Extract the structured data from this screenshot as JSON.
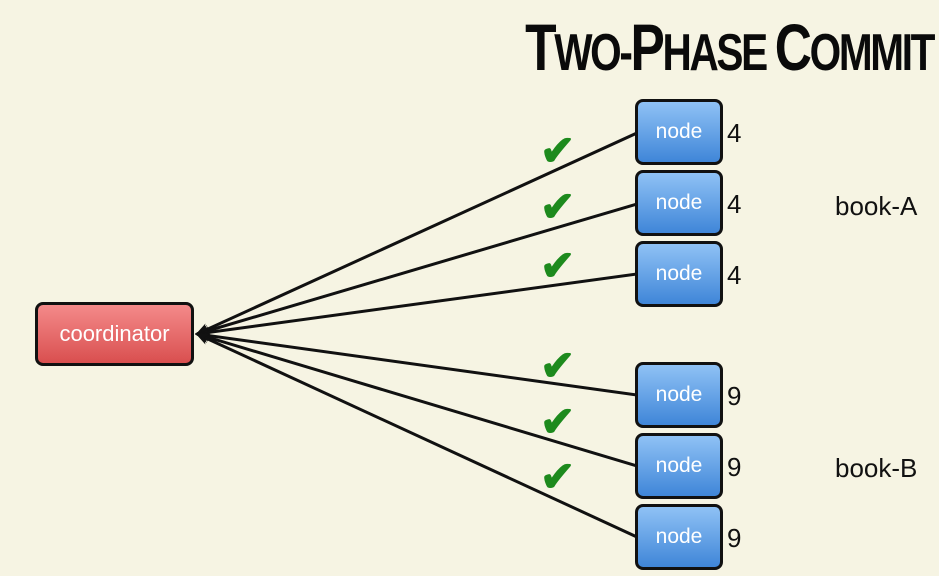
{
  "title": {
    "parts": [
      {
        "text": "T",
        "size": "big"
      },
      {
        "text": "WO-",
        "size": "small"
      },
      {
        "text": "P",
        "size": "big"
      },
      {
        "text": "HASE ",
        "size": "small"
      },
      {
        "text": "C",
        "size": "big"
      },
      {
        "text": "OMMIT",
        "size": "small"
      }
    ]
  },
  "coordinator": {
    "label": "coordinator"
  },
  "nodes": [
    {
      "label": "node",
      "value": "4",
      "acked": true
    },
    {
      "label": "node",
      "value": "4",
      "acked": true
    },
    {
      "label": "node",
      "value": "4",
      "acked": true
    },
    {
      "label": "node",
      "value": "9",
      "acked": true
    },
    {
      "label": "node",
      "value": "9",
      "acked": true
    },
    {
      "label": "node",
      "value": "9",
      "acked": true
    }
  ],
  "groups": [
    {
      "label": "book-A"
    },
    {
      "label": "book-B"
    }
  ],
  "check_symbol": "✔",
  "colors": {
    "background": "#f6f4e3",
    "coordinator": "#e56464",
    "node": "#5d9de3",
    "check": "#1d8a1d"
  }
}
